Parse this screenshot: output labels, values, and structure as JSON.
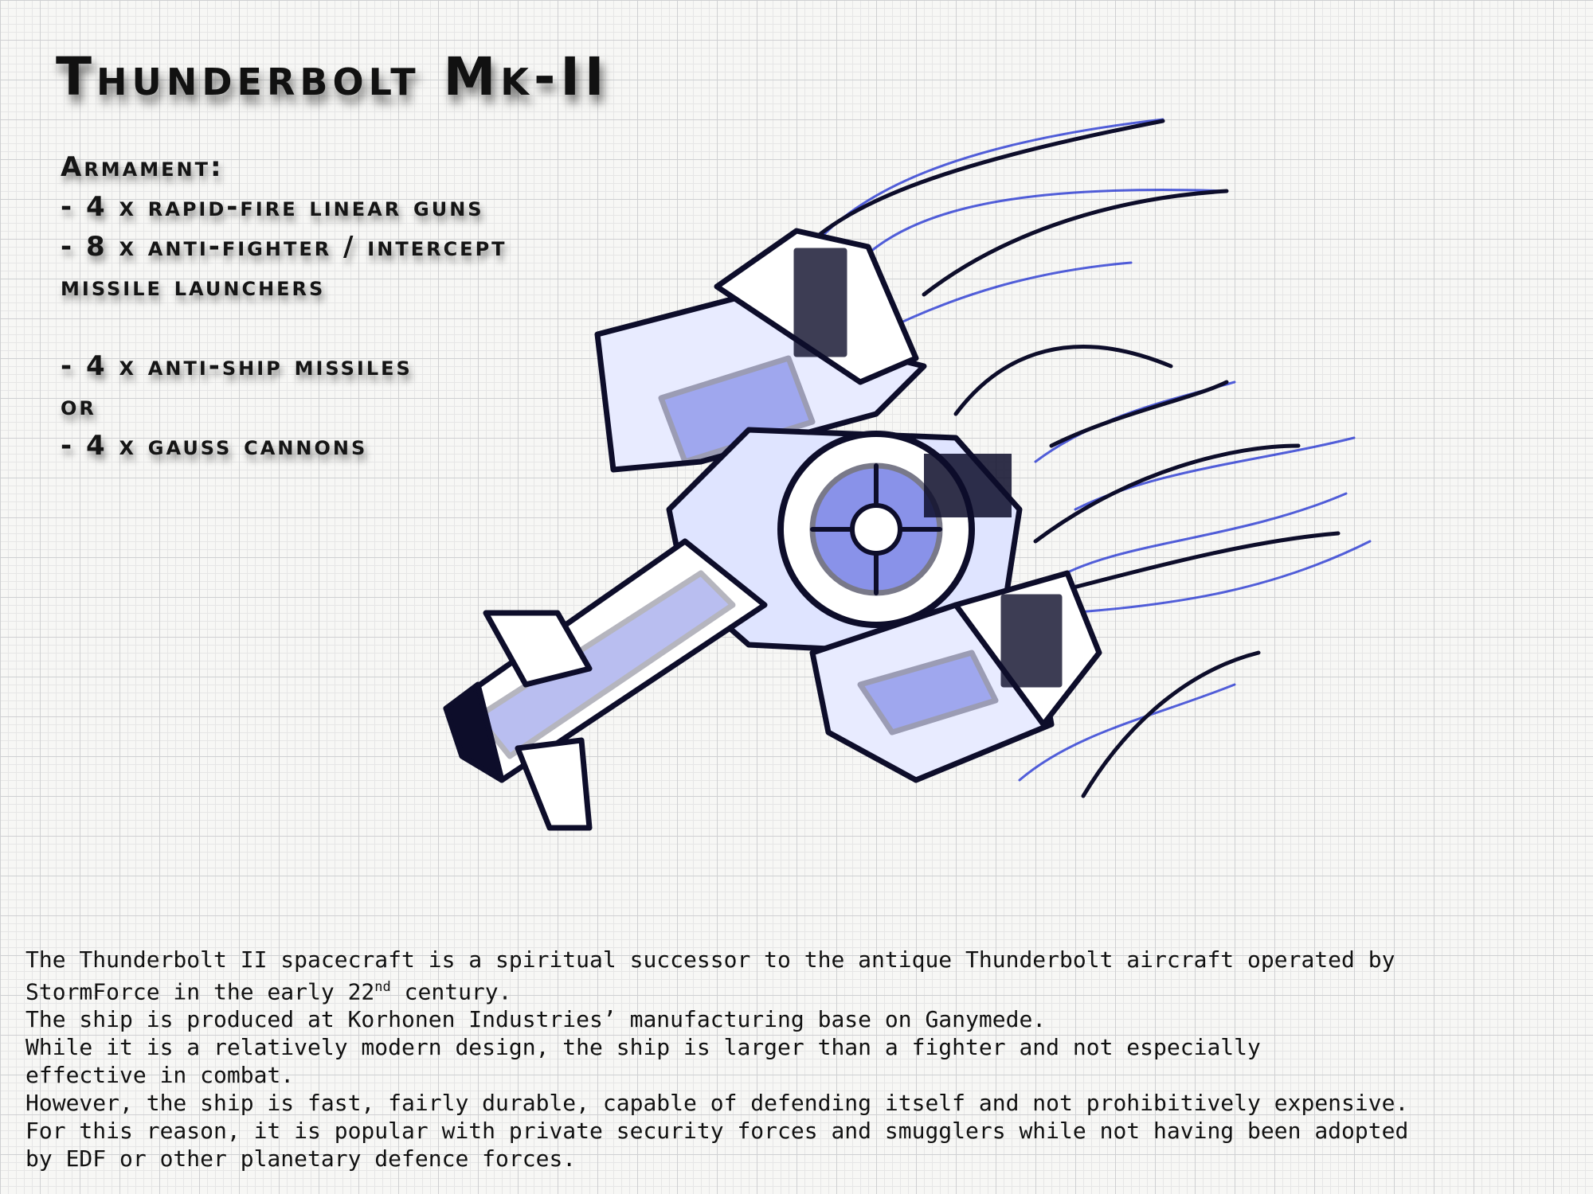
{
  "title": "Thunderbolt Mk-II",
  "armament": {
    "heading": "Armament:",
    "lines": [
      " - 4 x rapid-fire linear guns",
      " - 8 x anti-fighter / intercept",
      "missile launchers",
      "",
      " - 4 x anti-ship missiles",
      "or",
      " - 4 x gauss cannons"
    ]
  },
  "description": {
    "line1": "The Thunderbolt II spacecraft is a spiritual successor to the antique Thunderbolt aircraft operated by",
    "line2_a": "StormForce in the early 22",
    "line2_sup": "nd",
    "line2_b": " century.",
    "line3": "The ship is produced at Korhonen Industries’ manufacturing base on Ganymede.",
    "line4": "While it is a relatively modern design, the ship is larger than a fighter and not especially",
    "line5": "effective in combat.",
    "line6": "However, the ship is fast, fairly durable, capable of defending itself and not prohibitively expensive.",
    "line7": "For this reason, it is popular with private security forces and smugglers while not having been adopted",
    "line8": "by EDF or other planetary defence forces."
  },
  "colors": {
    "ink": "#0d0d2a",
    "blue_pen": "#1a2bd0",
    "grid": "#cfd0d2"
  }
}
